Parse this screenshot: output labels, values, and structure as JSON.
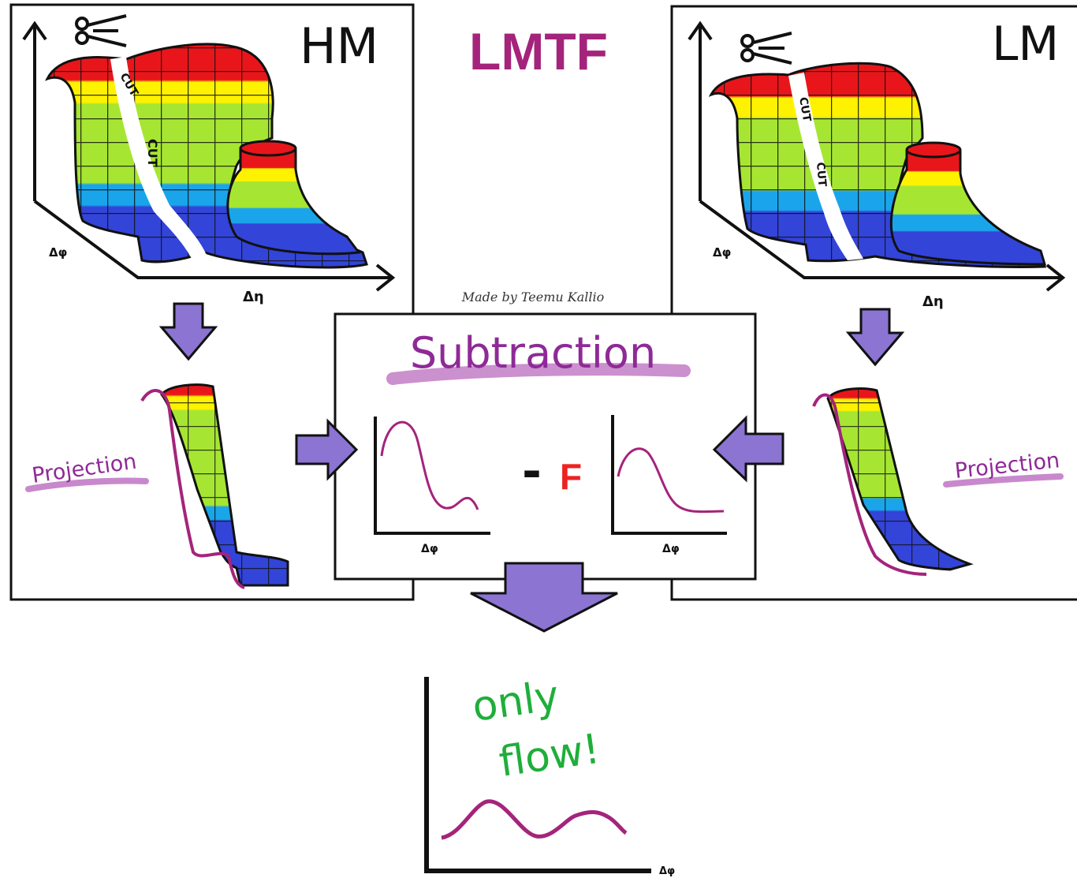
{
  "title": "LMTF",
  "credit": "Made by Teemu Kallio",
  "panels": {
    "hm": {
      "label": "HM",
      "cut_labels": [
        "CUT",
        "CUT"
      ],
      "axis_x": "Δη",
      "axis_y": "Δφ",
      "projection": "Projection"
    },
    "lm": {
      "label": "LM",
      "cut_labels": [
        "CUT",
        "CUT"
      ],
      "axis_x": "Δη",
      "axis_y": "Δφ",
      "projection": "Projection"
    }
  },
  "subtraction": {
    "title": "Subtraction",
    "operator": "-",
    "factor": "F",
    "left_axis": "Δφ",
    "right_axis": "Δφ"
  },
  "result": {
    "line1": "only",
    "line2": "flow!",
    "axis": "Δφ"
  },
  "colors": {
    "title": "#A4247B",
    "curve": "#A4247B",
    "arrow": "#8B74D2",
    "highlight": "#C27CC6",
    "result_text": "#1FAE3A",
    "factor": "#EE2222",
    "band_red": "#E8161B",
    "band_yellow": "#FFF200",
    "band_green": "#A6E632",
    "band_cyan": "#1AA5EA",
    "band_blue": "#3344D9"
  }
}
